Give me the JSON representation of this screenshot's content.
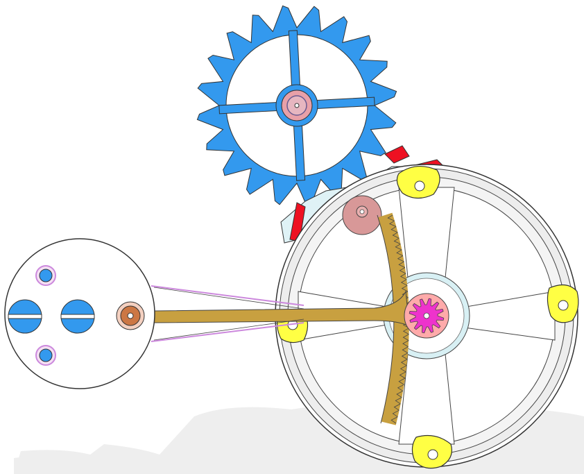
{
  "diagram": {
    "subject": "escapement",
    "escape_wheel": {
      "teeth": 20,
      "spokes": 4,
      "color": "#3399ee",
      "hub_color": "#e8a0a8"
    },
    "pallet_fork": {
      "jewels_color": "#ee1122"
    },
    "balance_wheel": {
      "spokes": 4,
      "rim_color": "#f2f2f2",
      "screw_pad_color": "#ffff44"
    },
    "regulator": {
      "rack_color": "#c8a040",
      "pinion_color": "#ee33cc",
      "pinion_teeth": 12
    },
    "index_plate": {
      "screw_color": "#3399ee",
      "jewel_ring_color": "#cc88dd",
      "pivot_color": "#cc7744"
    },
    "colors": {
      "outline": "#333333",
      "shadow": "#eeeeee",
      "arbor": "#cce8ee"
    }
  }
}
